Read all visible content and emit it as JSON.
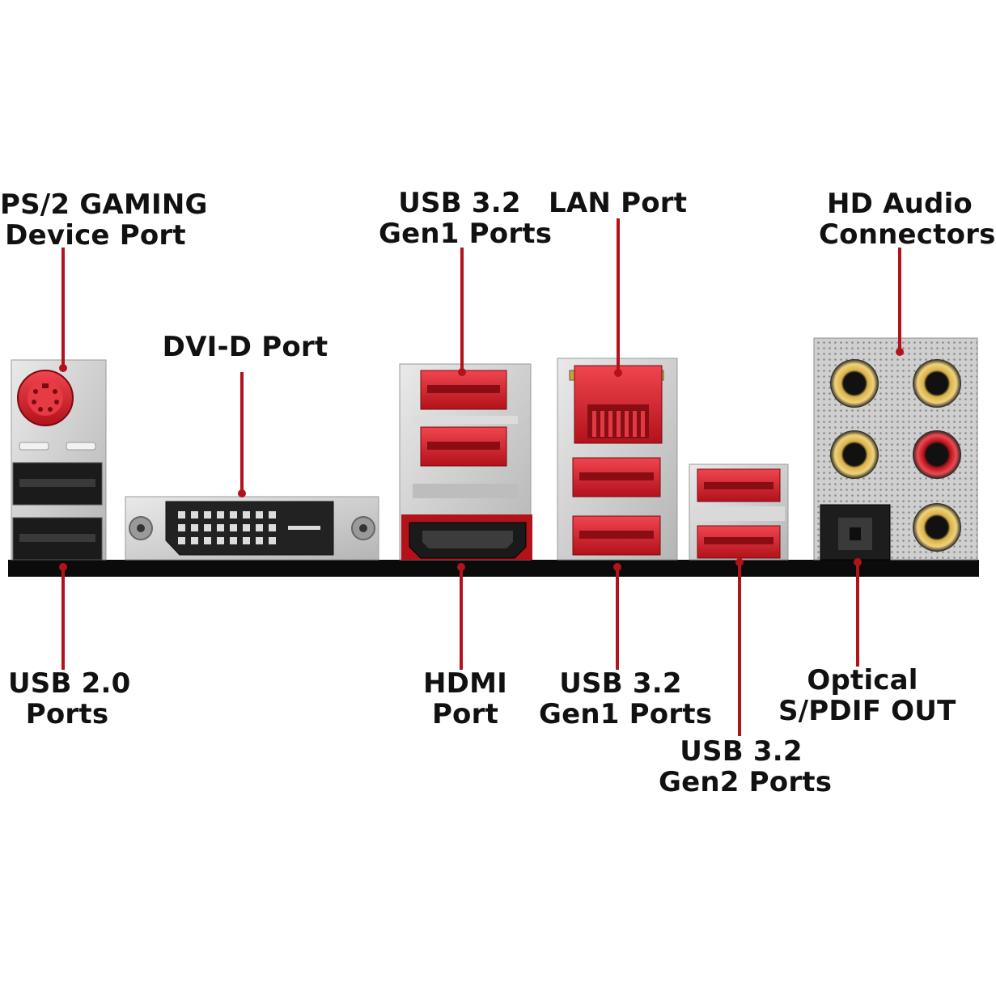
{
  "accent_color": "#c8102e",
  "bar_color": "#0b0b0b",
  "labels": {
    "ps2": {
      "line1": "PS/2 GAMING",
      "line2": "Device Port"
    },
    "dvi": {
      "line1": "DVI-D Port"
    },
    "usb32_gen1_top": {
      "line1": "USB 3.2",
      "line2": "Gen1 Ports"
    },
    "lan": {
      "line1": "LAN Port"
    },
    "hd_audio": {
      "line1": "HD Audio",
      "line2": "Connectors"
    },
    "usb20": {
      "line1": "USB 2.0",
      "line2": "Ports"
    },
    "hdmi": {
      "line1": "HDMI",
      "line2": "Port"
    },
    "usb32_gen1_bottom": {
      "line1": "USB 3.2",
      "line2": "Gen1 Ports"
    },
    "usb32_gen2": {
      "line1": "USB 3.2",
      "line2": "Gen2 Ports"
    },
    "optical": {
      "line1": "Optical",
      "line2": "S/PDIF OUT"
    }
  }
}
